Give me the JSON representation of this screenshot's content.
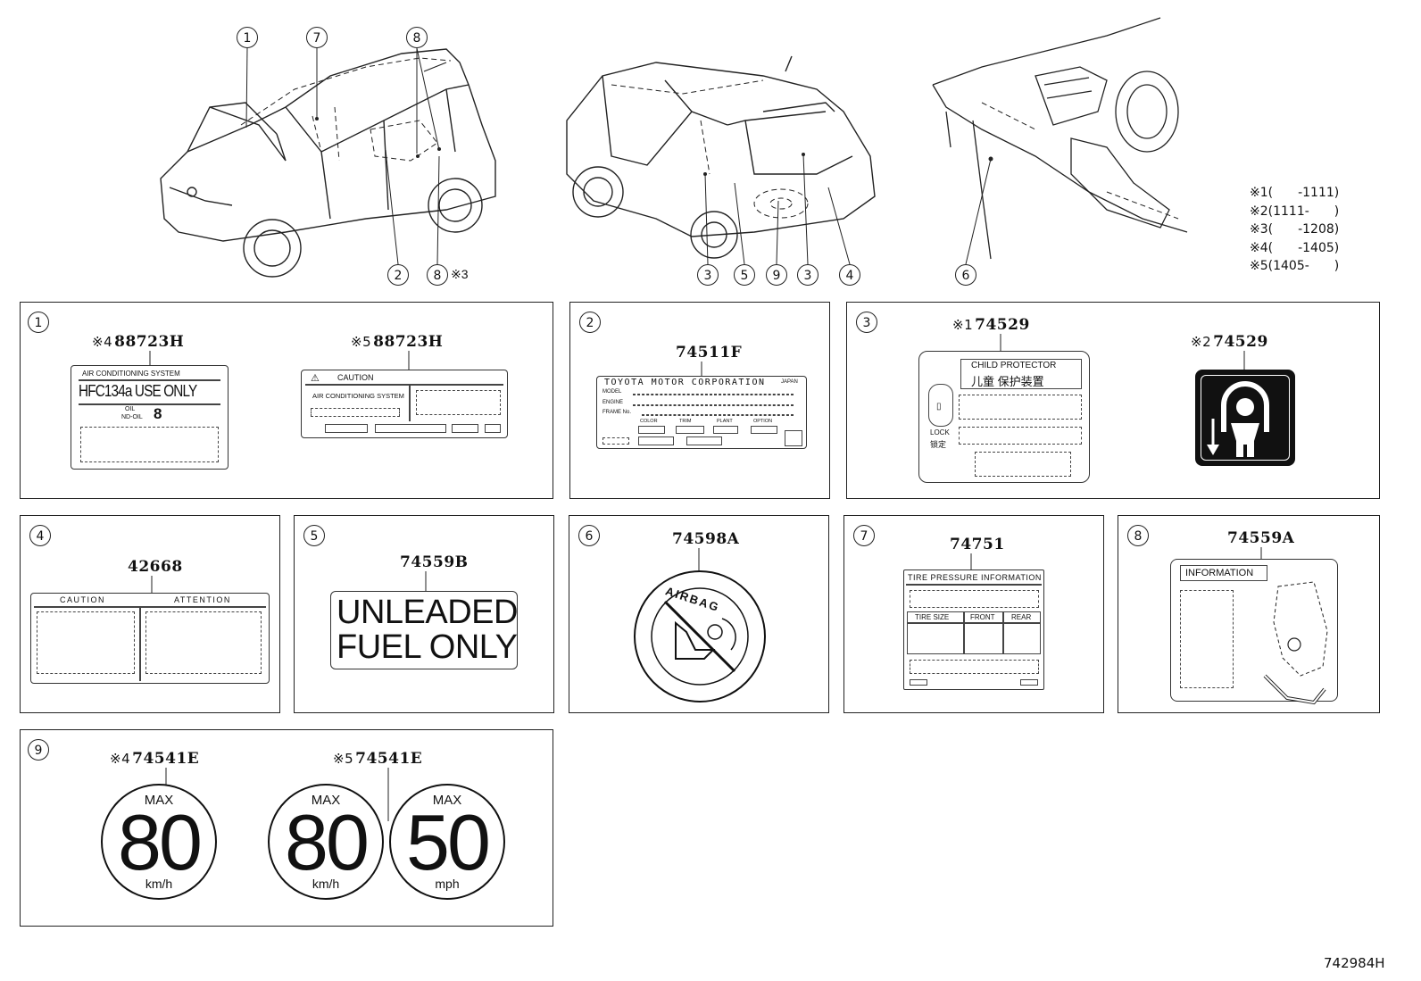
{
  "legend": {
    "n1": "※1(　　-1111)",
    "n2": "※2(1111-　　)",
    "n3": "※3(　　-1208)",
    "n4": "※4(　　-1405)",
    "n5": "※5(1405-　　)"
  },
  "diagram_id": "742984H",
  "callouts": {
    "c1": "1",
    "c2": "2",
    "c3": "3",
    "c4": "4",
    "c5": "5",
    "c6": "6",
    "c7": "7",
    "c8": "8",
    "c9": "9",
    "note3": "※3"
  },
  "panels": {
    "p1": {
      "num": "1",
      "left_note": "※4",
      "left_part": "88723H",
      "right_note": "※5",
      "right_part": "88723H",
      "ac_system": "AIR CONDITIONING SYSTEM",
      "hfc": "HFC134a USE ONLY",
      "oil": "OIL",
      "nd_oil": "ND-OIL",
      "nd_num": "8",
      "caution": "CAUTION",
      "ac_system2": "AIR CONDITIONING SYSTEM"
    },
    "p2": {
      "num": "2",
      "part": "74511F",
      "maker": "TOYOTA MOTOR CORPORATION",
      "japan": "JAPAN",
      "model": "MODEL",
      "engine": "ENGINE",
      "frame": "FRAME No.",
      "color": "COLOR",
      "trim": "TRIM",
      "plant": "PLANT",
      "option": "OPTION"
    },
    "p3": {
      "num": "3",
      "left_note": "※1",
      "left_part": "74529",
      "right_note": "※2",
      "right_part": "74529",
      "child_en": "CHILD PROTECTOR",
      "child_cn": "儿童 保护装置",
      "lock_en": "LOCK",
      "lock_cn": "锁定"
    },
    "p4": {
      "num": "4",
      "part": "42668",
      "caution": "CAUTION",
      "attention": "ATTENTION"
    },
    "p5": {
      "num": "5",
      "part": "74559B",
      "line1": "UNLEADED",
      "line2": "FUEL ONLY"
    },
    "p6": {
      "num": "6",
      "part": "74598A",
      "airbag": "AIRBAG"
    },
    "p7": {
      "num": "7",
      "part": "74751",
      "title": "TIRE PRESSURE INFORMATION",
      "tire_size": "TIRE SIZE",
      "front": "FRONT",
      "rear": "REAR"
    },
    "p8": {
      "num": "8",
      "part": "74559A",
      "info": "INFORMATION"
    },
    "p9": {
      "num": "9",
      "left_note": "※4",
      "left_part": "74541E",
      "right_note": "※5",
      "right_part": "74541E",
      "signs": [
        {
          "max": "MAX",
          "value": "80",
          "unit": "km/h"
        },
        {
          "max": "MAX",
          "value": "80",
          "unit": "km/h"
        },
        {
          "max": "MAX",
          "value": "50",
          "unit": "mph"
        }
      ]
    }
  }
}
